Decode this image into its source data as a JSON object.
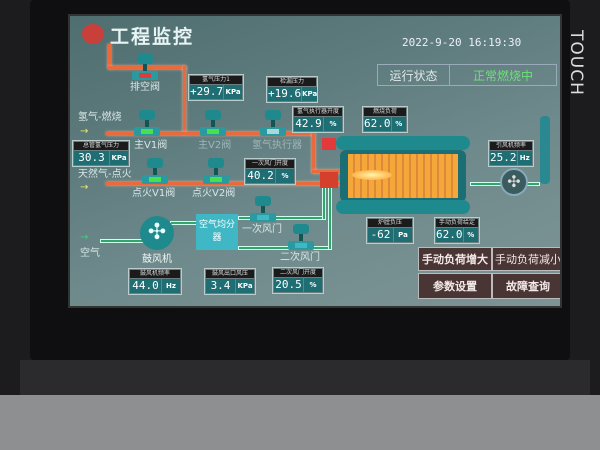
{
  "header": {
    "title": "工程监控",
    "datetime": "2022-9-20 16:19:30"
  },
  "bezel": {
    "brand": "TOUCH"
  },
  "status": {
    "label": "运行状态",
    "value": "正常燃烧中"
  },
  "lines": {
    "hydrogen": "氢气-燃烧",
    "natural_gas": "天然气-点火",
    "air": "空气"
  },
  "valves": {
    "vent": "排空阀",
    "main_v1": "主V1阀",
    "main_v2": "主V2阀",
    "h2_actuator": "氢气执行器",
    "ign_v1": "点火V1阀",
    "ign_v2": "点火V2阀",
    "primary_air": "一次风门",
    "secondary_air": "二次风门"
  },
  "equipment": {
    "blower": "鼓风机",
    "mixer": "空气均分器"
  },
  "readouts": {
    "h2_pressure1": {
      "label": "氢气压力1",
      "value": "+29.7",
      "unit": "KPa"
    },
    "leak_pressure": {
      "label": "检漏压力",
      "value": "+19.6",
      "unit": "KPa"
    },
    "main_h2_pressure": {
      "label": "总管氢气压力",
      "value": "30.3",
      "unit": "KPa"
    },
    "h2_actuator_open": {
      "label": "氢气执行器开度",
      "value": "42.9",
      "unit": "%"
    },
    "burn_load": {
      "label": "燃烧负荷",
      "value": "62.0",
      "unit": "%"
    },
    "primary_air_open": {
      "label": "一次风门开度",
      "value": "40.2",
      "unit": "%"
    },
    "id_fan_freq": {
      "label": "引风机频率",
      "value": "25.2",
      "unit": "Hz"
    },
    "furnace_pressure": {
      "label": "炉膛负压",
      "value": "-62",
      "unit": "Pa"
    },
    "manual_load_set": {
      "label": "手动负荷给定",
      "value": "62.0",
      "unit": "%"
    },
    "blower_freq": {
      "label": "鼓风机频率",
      "value": "44.0",
      "unit": "Hz"
    },
    "blower_out_pressure": {
      "label": "鼓风出口风压",
      "value": "3.4",
      "unit": "KPa"
    },
    "secondary_air_open": {
      "label": "二次风门开度",
      "value": "20.5",
      "unit": "%"
    }
  },
  "buttons": {
    "load_up": "手动负荷增大",
    "load_down": "手动负荷减小",
    "params": "参数设置",
    "faults": "故障查询"
  }
}
